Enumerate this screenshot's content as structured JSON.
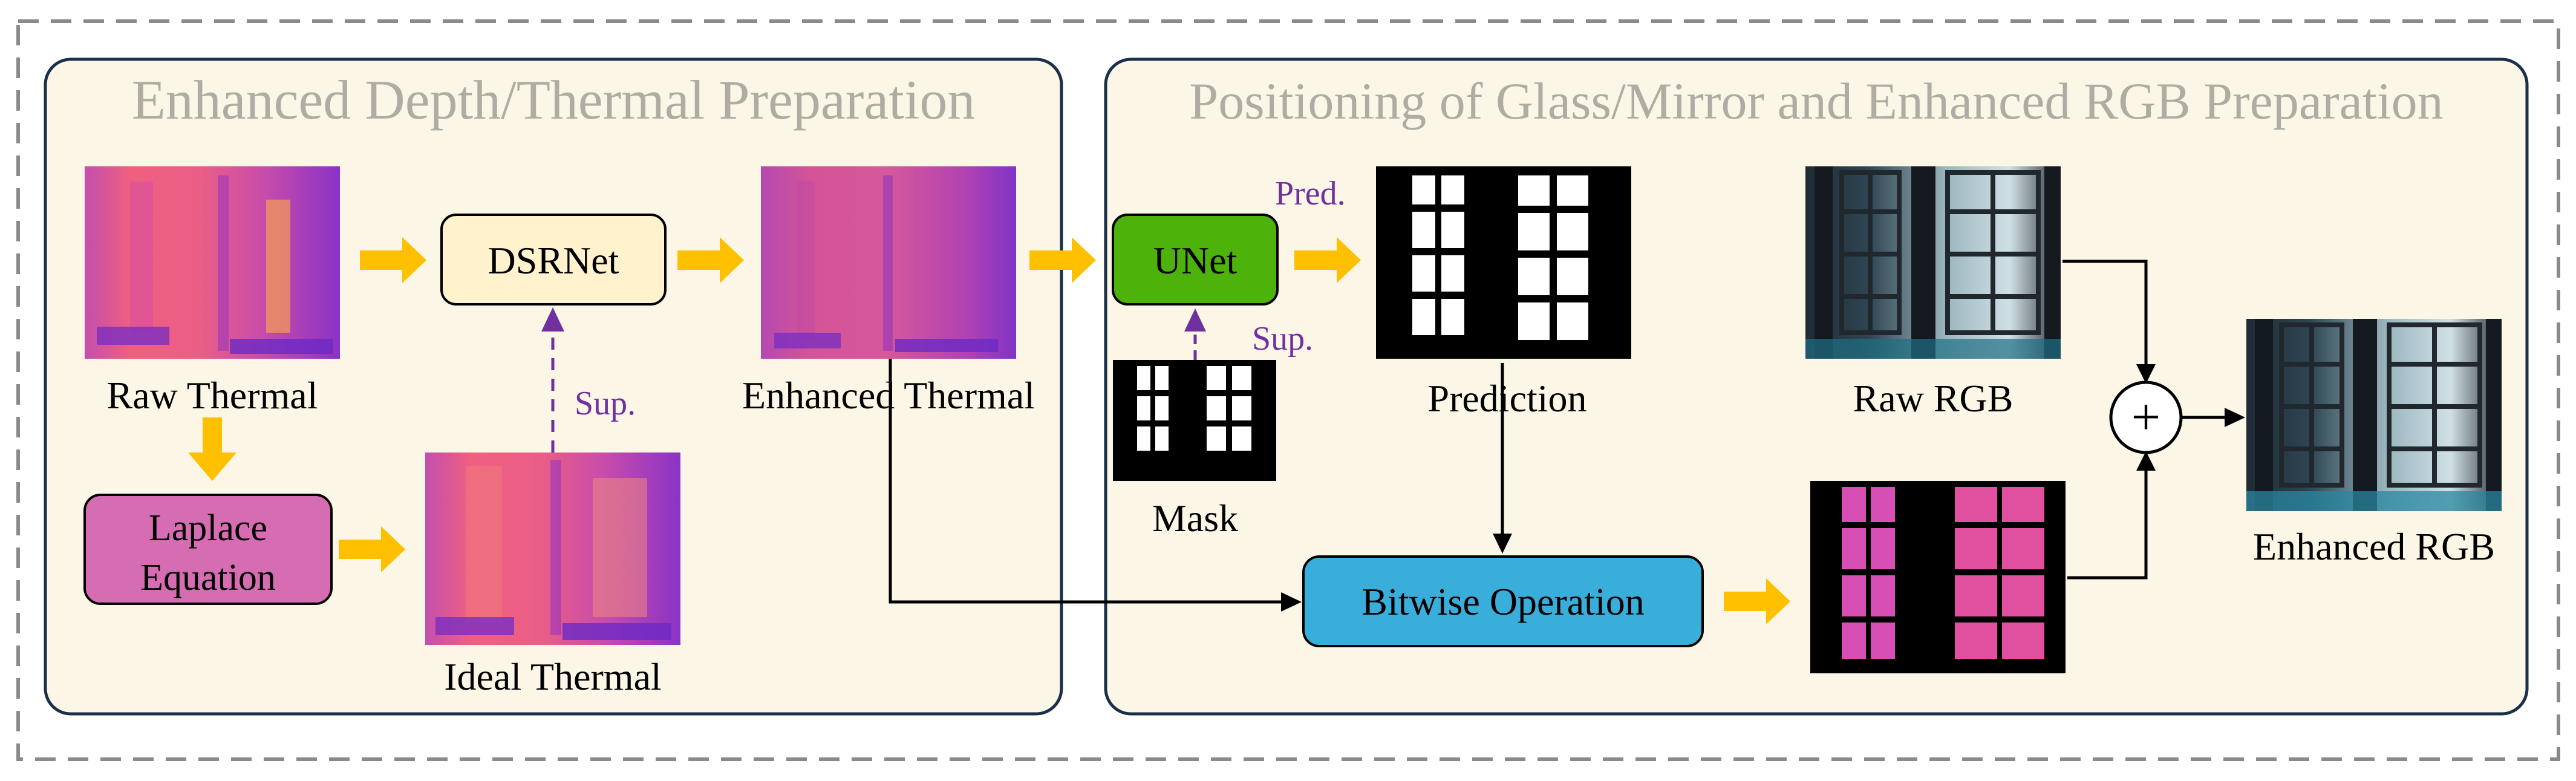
{
  "colors": {
    "panel_fill": "#fbf6e6",
    "panel_border": "#1a2f4a",
    "dashed_border": "#8a8a8a",
    "title_gray": "#b0aca3",
    "arrow_yellow": "#ffc000",
    "purple": "#7030a0",
    "dsrnet_fill": "#fff2cc",
    "laplace_fill": "#d66db3",
    "unet_fill": "#4db20a",
    "bitwise_fill": "#3aaedb"
  },
  "left_panel": {
    "title": "Enhanced Depth/Thermal Preparation",
    "raw_thermal_label": "Raw Thermal",
    "ideal_thermal_label": "Ideal Thermal",
    "enhanced_thermal_label": "Enhanced Thermal",
    "dsrnet_label": "DSRNet",
    "laplace_line1": "Laplace",
    "laplace_line2": "Equation",
    "sup_label": "Sup."
  },
  "right_panel": {
    "title": "Positioning of Glass/Mirror and Enhanced RGB Preparation",
    "unet_label": "UNet",
    "pred_label": "Pred.",
    "sup_label": "Sup.",
    "mask_label": "Mask",
    "prediction_label": "Prediction",
    "raw_rgb_label": "Raw RGB",
    "bitwise_label": "Bitwise Operation",
    "enhanced_rgb_label": "Enhanced RGB",
    "plus_symbol": "+"
  },
  "icons": {
    "thermal": "thermal-image-icon",
    "mask": "binary-mask-icon",
    "rgb": "window-photo-icon",
    "plus": "circle-plus-icon"
  }
}
